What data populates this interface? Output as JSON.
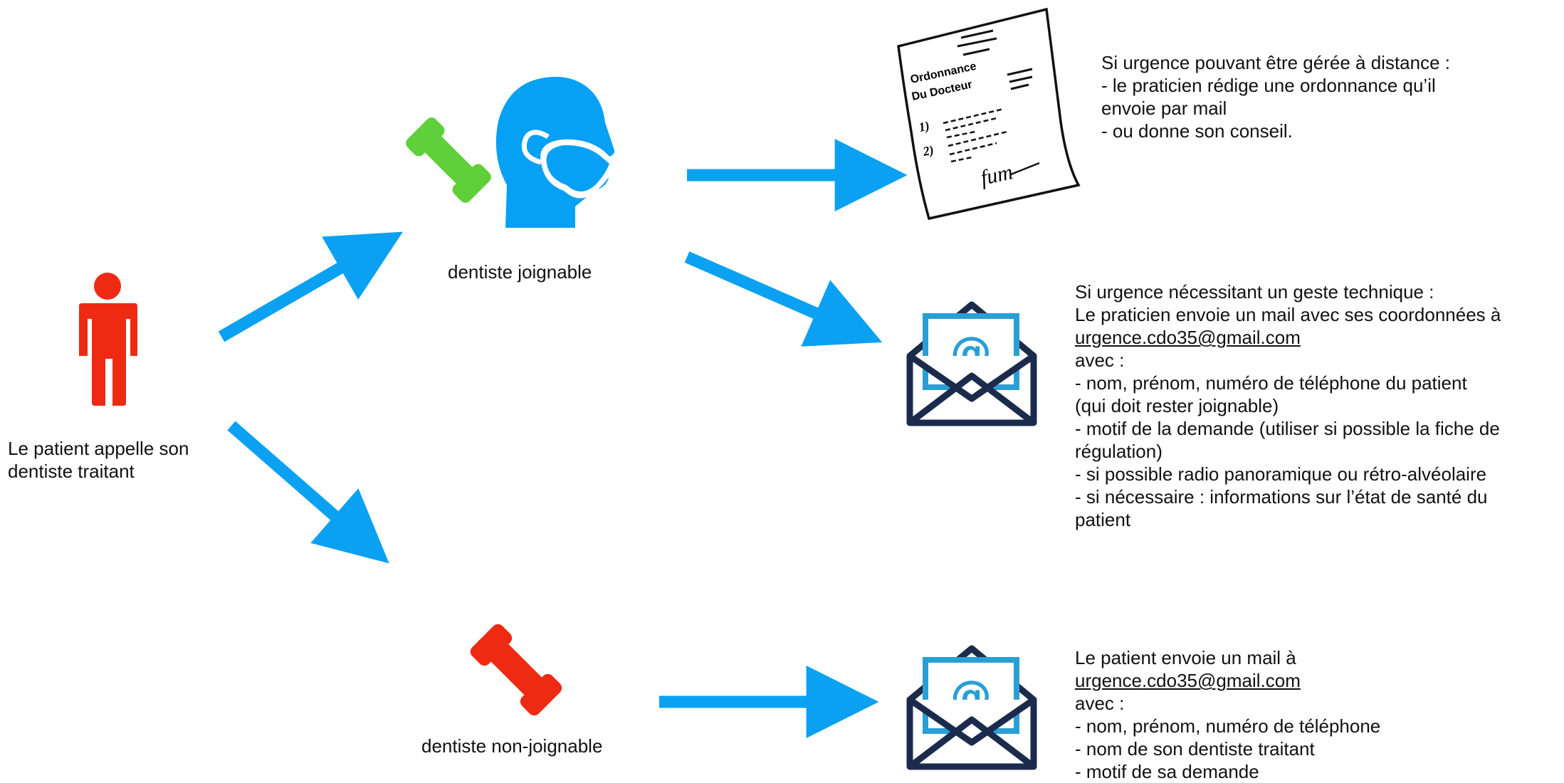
{
  "patient": {
    "label_line1": "Le patient appelle son",
    "label_line2": "dentiste traitant"
  },
  "reachable": {
    "label": "dentiste joignable"
  },
  "unreachable": {
    "label": "dentiste non-joignable"
  },
  "prescription_image": {
    "line1": "Ordonnance",
    "line2": "Du Docteur",
    "item1": "1)",
    "item2": "2)",
    "signature": "fum"
  },
  "remote_case": {
    "lines": [
      "Si urgence pouvant être gérée à distance :",
      "- le praticien rédige une ordonnance qu’il",
      "envoie par mail",
      "- ou donne son conseil."
    ]
  },
  "technical_case": {
    "line1": "Si urgence nécessitant un geste technique :",
    "line2": "Le praticien envoie un mail avec ses coordonnées à",
    "email": "urgence.cdo35@gmail.com",
    "rest": [
      "avec :",
      "- nom, prénom, numéro de téléphone du patient",
      "(qui doit rester joignable)",
      "- motif de la demande (utiliser si possible la fiche de",
      "régulation)",
      "- si possible radio panoramique ou rétro-alvéolaire",
      "- si nécessaire : informations sur l’état de santé du",
      "patient"
    ]
  },
  "patient_mail_case": {
    "line1": "Le patient envoie un mail à",
    "email": "urgence.cdo35@gmail.com",
    "rest": [
      "avec :",
      "- nom, prénom, numéro de téléphone",
      "- nom de son dentiste traitant",
      "- motif de sa demande"
    ]
  },
  "icons": {
    "patient": "person-icon",
    "phone_green": "phone-icon",
    "dentist": "masked-head-icon",
    "prescription": "prescription-document-icon",
    "email": "email-envelope-icon",
    "phone_red": "phone-icon"
  },
  "colors": {
    "arrow": "#0aa1f2",
    "person": "#ee2a12",
    "phone_green": "#5fcf3a",
    "phone_red": "#ee2a12",
    "head": "#06a0f5",
    "envelope_dark": "#1b2b4c",
    "envelope_blue": "#2a9fd6"
  }
}
